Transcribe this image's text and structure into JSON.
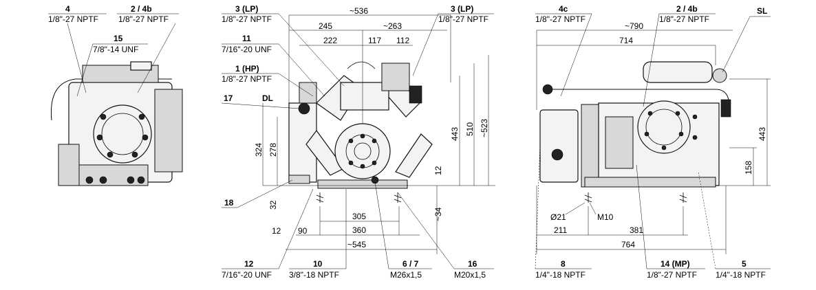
{
  "callouts_left": [
    {
      "num": "4",
      "spec": "1/8\"-27 NPTF"
    },
    {
      "num": "2 / 4b",
      "spec": "1/8\"-27 NPTF"
    },
    {
      "num": "15",
      "spec": "7/8\"-14 UNF"
    }
  ],
  "callouts_mid_left": [
    {
      "num": "3 (LP)",
      "spec": "1/8\"-27 NPTF"
    },
    {
      "num": "11",
      "spec": "7/16\"-20 UNF"
    },
    {
      "num": "1 (HP)",
      "spec": "1/8\"-27 NPTF"
    },
    {
      "num": "17",
      "spec": ""
    },
    {
      "num": "DL",
      "spec": ""
    },
    {
      "num": "18",
      "spec": ""
    }
  ],
  "callouts_mid_right": [
    {
      "num": "3 (LP)",
      "spec": "1/8\"-27 NPTF"
    }
  ],
  "callouts_bottom_mid": [
    {
      "num": "12",
      "spec": "7/16\"-20 UNF"
    },
    {
      "num": "10",
      "spec": "3/8\"-18 NPTF"
    },
    {
      "num": "6 / 7",
      "spec": "M26x1,5"
    },
    {
      "num": "16",
      "spec": "M20x1,5"
    }
  ],
  "callouts_right_top": [
    {
      "num": "4c",
      "spec": "1/8\"-27 NPTF"
    },
    {
      "num": "2 / 4b",
      "spec": "1/8\"-27 NPTF"
    },
    {
      "num": "SL",
      "spec": ""
    }
  ],
  "callouts_right_bottom": [
    {
      "num": "8",
      "spec": "1/4\"-18 NPTF"
    },
    {
      "num": "14 (MP)",
      "spec": "1/8\"-27 NPTF"
    },
    {
      "num": "5",
      "spec": "1/4\"-18 NPTF"
    }
  ],
  "dims_front": {
    "overall_width": "~536",
    "left_part": "245",
    "right_part": "~263",
    "d222": "222",
    "d117": "117",
    "d112": "112",
    "h324": "324",
    "h278": "278",
    "h443": "443",
    "h510": "510",
    "h523": "~523",
    "h12": "12",
    "h32": "32",
    "h34": "~34",
    "b305": "305",
    "b360": "360",
    "b545": "~545",
    "b12": "12",
    "b90": "90"
  },
  "dims_side": {
    "overall": "~790",
    "d714": "714",
    "h443": "443",
    "h158": "158",
    "dia21": "Ø21",
    "m10": "M10",
    "d211": "211",
    "d381": "381",
    "d764": "764"
  }
}
